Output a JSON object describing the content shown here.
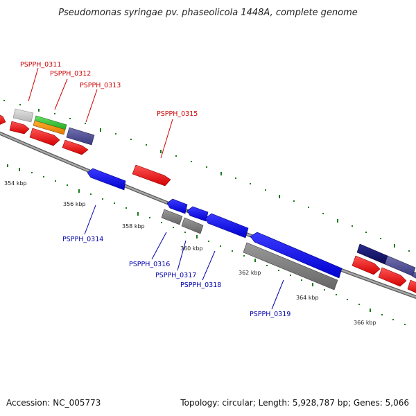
{
  "title": "Pseudomonas syringae pv. phaseolicola 1448A, complete genome",
  "accession_text": "Accession: NC_005773",
  "summary_text": "Topology: circular; Length: 5,928,787 bp; Genes: 5,066",
  "colors": {
    "backbone": "#888888",
    "tick": "#1a7a1a",
    "label_top": "#cc0000",
    "label_bottom": "#0000aa"
  },
  "kbp_labels": [
    "354 kbp",
    "356 kbp",
    "358 kbp",
    "360 kbp",
    "362 kbp",
    "364 kbp",
    "366 kbp"
  ],
  "gene_labels_top": [
    "PSPPH_0311",
    "PSPPH_0312",
    "PSPPH_0313",
    "PSPPH_0315"
  ],
  "gene_labels_bottom": [
    "PSPPH_0314",
    "PSPPH_0316",
    "PSPPH_0317",
    "PSPPH_0318",
    "PSPPH_0319"
  ]
}
